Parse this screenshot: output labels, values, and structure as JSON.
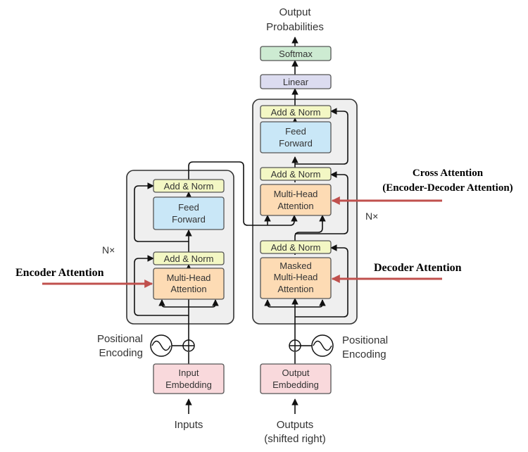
{
  "output": {
    "line1": "Output",
    "line2": "Probabilities"
  },
  "decoder": {
    "softmax": "Softmax",
    "linear": "Linear",
    "add_norm_top": "Add & Norm",
    "feed_forward": {
      "line1": "Feed",
      "line2": "Forward"
    },
    "add_norm_mid": "Add & Norm",
    "cross_attention": {
      "line1": "Multi-Head",
      "line2": "Attention"
    },
    "add_norm_bottom": "Add & Norm",
    "masked_attention": {
      "line1": "Masked",
      "line2": "Multi-Head",
      "line3": "Attention"
    },
    "nx": "N×",
    "positional": {
      "line1": "Positional",
      "line2": "Encoding"
    },
    "embedding": {
      "line1": "Output",
      "line2": "Embedding"
    },
    "input": {
      "line1": "Outputs",
      "line2": "(shifted right)"
    }
  },
  "encoder": {
    "add_norm_top": "Add & Norm",
    "feed_forward": {
      "line1": "Feed",
      "line2": "Forward"
    },
    "add_norm_bottom": "Add & Norm",
    "attention": {
      "line1": "Multi-Head",
      "line2": "Attention"
    },
    "nx": "N×",
    "positional": {
      "line1": "Positional",
      "line2": "Encoding"
    },
    "embedding": {
      "line1": "Input",
      "line2": "Embedding"
    },
    "input": "Inputs"
  },
  "annotations": {
    "encoder_attention": "Encoder Attention",
    "cross_attention": {
      "line1": "Cross Attention",
      "line2": "(Encoder-Decoder Attention)"
    },
    "decoder_attention": "Decoder Attention"
  },
  "colors": {
    "add_norm": "#f3f7c4",
    "feed_forward": "#c9e7f7",
    "attention": "#fddbb4",
    "embedding": "#f9d9dc",
    "softmax": "#cdebd2",
    "linear": "#dcdcf0",
    "stack_bg": "#efefef",
    "annotation_arrow": "#c0504d"
  }
}
